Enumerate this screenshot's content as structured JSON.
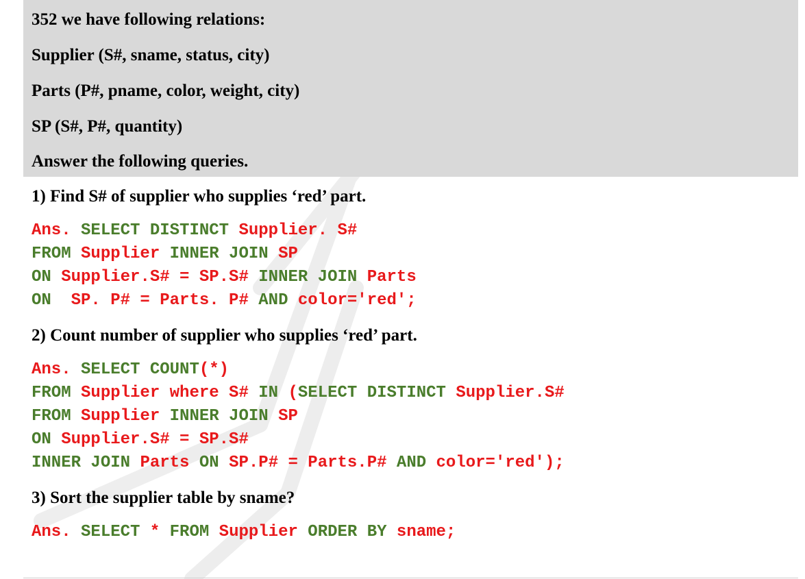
{
  "header": {
    "lines": [
      "352 we have following relations:",
      "Supplier (S#, sname, status, city)",
      "Parts (P#, pname, color, weight, city)",
      "SP (S#, P#, quantity)",
      "Answer the following queries."
    ]
  },
  "questions": [
    {
      "text": "1) Find S# of supplier who supplies ‘red’ part.",
      "answer_lines": [
        [
          [
            "r",
            "Ans. "
          ],
          [
            "g",
            "SELECT DISTINCT "
          ],
          [
            "r",
            "Supplier. S#"
          ]
        ],
        [
          [
            "g",
            "FROM "
          ],
          [
            "r",
            "Supplier "
          ],
          [
            "g",
            "INNER JOIN "
          ],
          [
            "r",
            "SP"
          ]
        ],
        [
          [
            "g",
            "ON "
          ],
          [
            "r",
            "Supplier.S# = SP.S# "
          ],
          [
            "g",
            "INNER JOIN "
          ],
          [
            "r",
            "Parts"
          ]
        ],
        [
          [
            "g",
            "ON  "
          ],
          [
            "r",
            "SP. P# = Parts. P# "
          ],
          [
            "g",
            "AND "
          ],
          [
            "r",
            "color='red';"
          ]
        ]
      ]
    },
    {
      "text": "2) Count number of supplier who supplies ‘red’ part.",
      "answer_lines": [
        [
          [
            "r",
            "Ans. "
          ],
          [
            "g",
            "SELECT COUNT"
          ],
          [
            "r",
            "(*)"
          ]
        ],
        [
          [
            "g",
            "FROM "
          ],
          [
            "r",
            "Supplier where S# "
          ],
          [
            "g",
            "IN "
          ],
          [
            "r",
            "("
          ],
          [
            "g",
            "SELECT DISTINCT "
          ],
          [
            "r",
            "Supplier.S#"
          ]
        ],
        [
          [
            "g",
            "FROM "
          ],
          [
            "r",
            "Supplier "
          ],
          [
            "g",
            "INNER JOIN "
          ],
          [
            "r",
            "SP"
          ]
        ],
        [
          [
            "g",
            "ON "
          ],
          [
            "r",
            "Supplier.S# = SP.S#"
          ]
        ],
        [
          [
            "g",
            "INNER JOIN "
          ],
          [
            "r",
            "Parts "
          ],
          [
            "g",
            "ON "
          ],
          [
            "r",
            "SP.P# = Parts.P# "
          ],
          [
            "g",
            "AND "
          ],
          [
            "r",
            "color='red');"
          ]
        ]
      ]
    },
    {
      "text": "3) Sort the supplier table by sname?",
      "answer_lines": [
        [
          [
            "r",
            "Ans. "
          ],
          [
            "g",
            "SELECT "
          ],
          [
            "r",
            "* "
          ],
          [
            "g",
            "FROM "
          ],
          [
            "r",
            "Supplier "
          ],
          [
            "g",
            "ORDER BY "
          ],
          [
            "r",
            "sname;"
          ]
        ]
      ]
    }
  ],
  "colors": {
    "keyword_green": "#4a7d2c",
    "identifier_red": "#e8191b",
    "header_bg": "#d9d9d9"
  }
}
